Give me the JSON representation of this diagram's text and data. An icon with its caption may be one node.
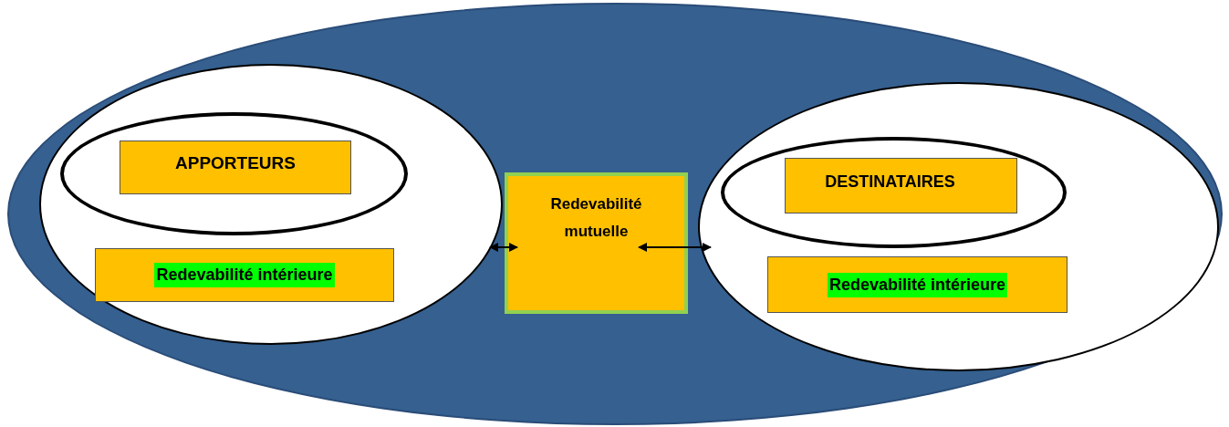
{
  "diagram": {
    "nodes": [
      {
        "text": [],
        "shape": "ellipse"
      },
      {
        "text": [],
        "shape": "ellipse",
        "in": 0
      },
      {
        "text": [],
        "shape": "ellipse",
        "in": 1
      },
      {
        "text": [
          "APPORTEURS"
        ],
        "in": 2
      },
      {
        "text": [
          "Redevabilité intérieure"
        ],
        "in": 1
      },
      {
        "text": [
          "Redevabilité mutuelle"
        ],
        "in": 0
      },
      {
        "text": [],
        "shape": "ellipse",
        "in": 0
      },
      {
        "text": [],
        "shape": "ellipse",
        "in": 6
      },
      {
        "text": [
          "DESTINATAIRES"
        ],
        "in": 7
      },
      {
        "text": [
          "Redevabilité intérieure"
        ],
        "in": 6
      }
    ],
    "edges": [
      {
        "from": 1,
        "to": 5,
        "arrow": "both"
      },
      {
        "from": 5,
        "to": 6,
        "arrow": "both"
      }
    ]
  }
}
